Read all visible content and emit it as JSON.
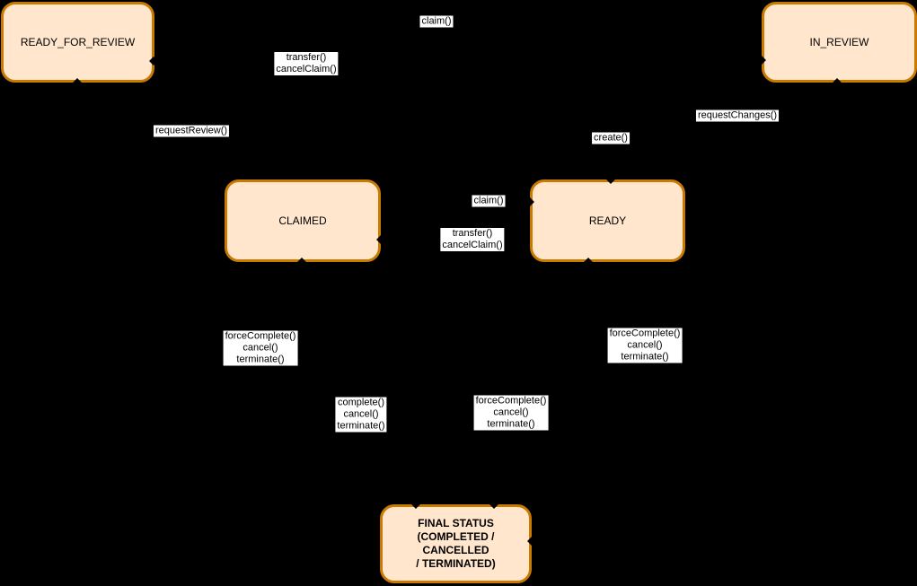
{
  "diagram": {
    "type": "state-machine",
    "background_color": "#000000",
    "node_fill_color": "#FFE6CC",
    "node_border_color": "#C87B00",
    "edge_label_background": "#FFFFFF",
    "edge_label_text_color": "#000000"
  },
  "states": [
    {
      "id": "ready_for_review",
      "label": "READY_FOR_REVIEW"
    },
    {
      "id": "in_review",
      "label": "IN_REVIEW"
    },
    {
      "id": "claimed",
      "label": "CLAIMED"
    },
    {
      "id": "ready",
      "label": "READY"
    },
    {
      "id": "final_status",
      "label": "FINAL STATUS\n(COMPLETED / CANCELLED\n/ TERMINATED)"
    }
  ],
  "transitions": [
    {
      "id": "claim-top",
      "label": "claim()"
    },
    {
      "id": "transfer-cancelclaim-top",
      "label": "transfer()\ncancelClaim()"
    },
    {
      "id": "request-review",
      "label": "requestReview()"
    },
    {
      "id": "request-changes",
      "label": "requestChanges()"
    },
    {
      "id": "create",
      "label": "create()"
    },
    {
      "id": "claim-mid",
      "label": "claim()"
    },
    {
      "id": "transfer-cancelclaim-mid",
      "label": "transfer()\ncancelClaim()"
    },
    {
      "id": "forcecomplete-cancel-terminate-left",
      "label": "forceComplete()\ncancel()\nterminate()"
    },
    {
      "id": "complete-cancel-terminate",
      "label": "complete()\ncancel()\nterminate()"
    },
    {
      "id": "forcecomplete-cancel-terminate-mid",
      "label": "forceComplete()\ncancel()\nterminate()"
    },
    {
      "id": "forcecomplete-cancel-terminate-right",
      "label": "forceComplete()\ncancel()\nterminate()"
    }
  ]
}
